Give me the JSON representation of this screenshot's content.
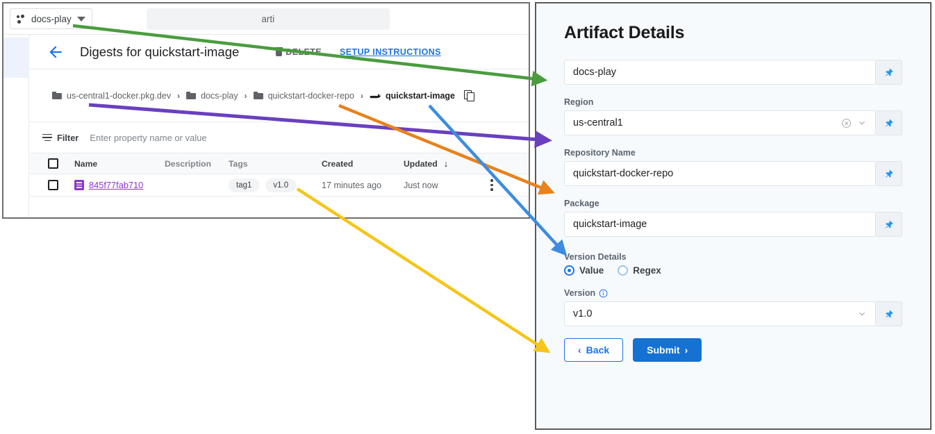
{
  "console": {
    "project_selector": {
      "label": "docs-play",
      "icon": "project-dots-icon",
      "caret": "chevron-down-icon"
    },
    "search": {
      "value": "arti"
    },
    "page_title": "Digests for quickstart-image",
    "back_icon": "back-arrow-icon",
    "actions": {
      "delete_label": "DELETE",
      "setup_label": "SETUP INSTRUCTIONS"
    },
    "breadcrumb": [
      {
        "label": "us-central1-docker.pkg.dev",
        "icon": "folder-icon"
      },
      {
        "label": "docs-play",
        "icon": "folder-icon"
      },
      {
        "label": "quickstart-docker-repo",
        "icon": "folder-icon"
      },
      {
        "label": "quickstart-image",
        "icon": "docker-icon",
        "current": true
      }
    ],
    "breadcrumb_separator": "›",
    "copy_icon": "copy-icon",
    "filter": {
      "label": "Filter",
      "placeholder": "Enter property name or value",
      "icon": "filter-icon"
    },
    "table": {
      "columns": [
        "Name",
        "Description",
        "Tags",
        "Created",
        "Updated"
      ],
      "sort_indicator": "↓",
      "rows": [
        {
          "name": "845f77fab710",
          "description": "",
          "tags": [
            "tag1",
            "v1.0"
          ],
          "created": "17 minutes ago",
          "updated": "Just now"
        }
      ]
    }
  },
  "form": {
    "title": "Artifact Details",
    "project": {
      "label": "",
      "value": "docs-play",
      "pin": "pin-icon"
    },
    "region": {
      "label": "Region",
      "value": "us-central1",
      "clear": "clear-icon",
      "chevron": "chevron-down-icon",
      "pin": "pin-icon"
    },
    "repository": {
      "label": "Repository Name",
      "value": "quickstart-docker-repo",
      "pin": "pin-icon"
    },
    "package": {
      "label": "Package",
      "value": "quickstart-image",
      "pin": "pin-icon"
    },
    "version_details": {
      "label": "Version Details",
      "options": [
        {
          "label": "Value",
          "selected": true
        },
        {
          "label": "Regex",
          "selected": false
        }
      ]
    },
    "version": {
      "label": "Version",
      "info": "info-icon",
      "value": "v1.0",
      "chevron": "chevron-down-icon",
      "pin": "pin-icon"
    },
    "buttons": {
      "back": "Back",
      "submit": "Submit",
      "back_chevron": "‹",
      "submit_chevron": "›"
    }
  },
  "annotations": {
    "arrows": [
      {
        "name": "green-arrow-project",
        "color": "#4a9c3e",
        "from_label": "docs-play project selector",
        "to_label": "docs-play field"
      },
      {
        "name": "purple-arrow-region",
        "color": "#6a40be",
        "from_label": "us-central1-docker.pkg.dev crumb",
        "to_label": "Region field"
      },
      {
        "name": "orange-arrow-repository",
        "color": "#e8821e",
        "from_label": "quickstart-docker-repo crumb",
        "to_label": "Repository Name field"
      },
      {
        "name": "blue-arrow-package",
        "color": "#3d8ce0",
        "from_label": "quickstart-image crumb",
        "to_label": "Package field"
      },
      {
        "name": "yellow-arrow-version",
        "color": "#f5c518",
        "from_label": "v1.0 tag chip",
        "to_label": "Version field"
      }
    ]
  },
  "colors": {
    "link": "#1a73e8",
    "digest_link": "#8e35ce",
    "submit": "#1572d3",
    "panel_bg": "#f7fafd"
  }
}
